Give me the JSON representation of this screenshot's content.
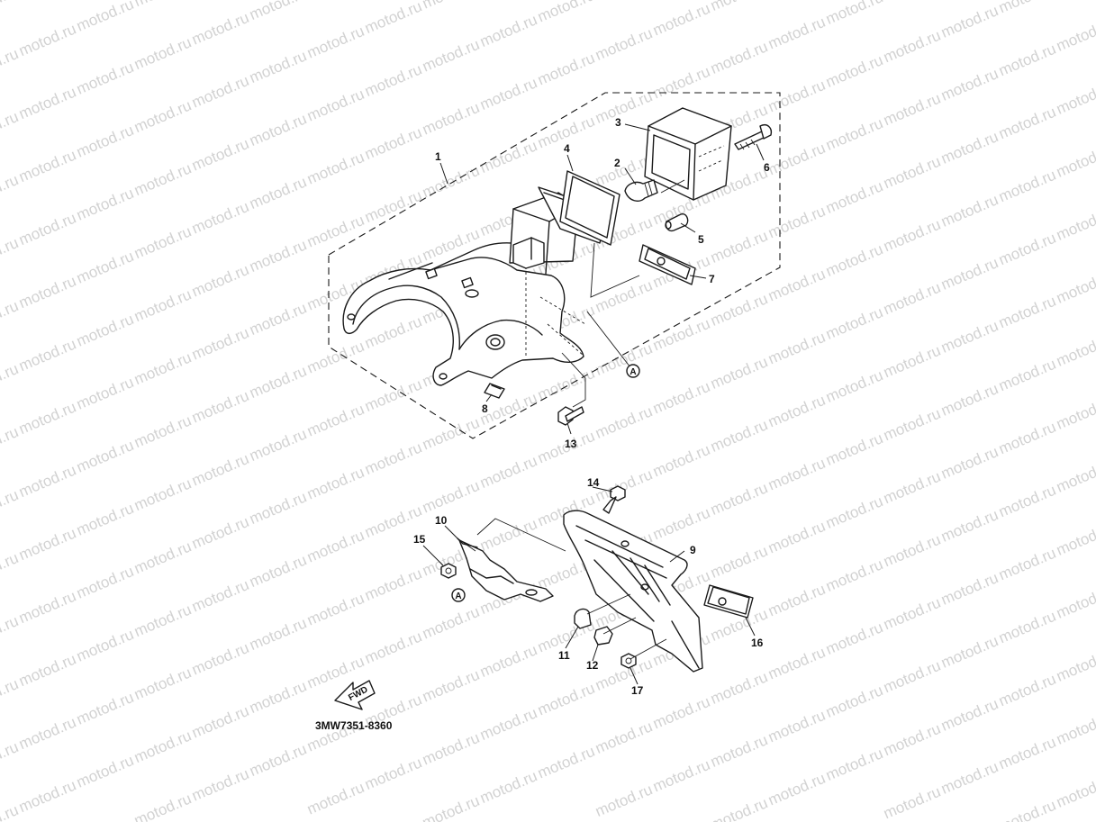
{
  "watermark": {
    "text": "motod.ru",
    "color": "#d2d2d2"
  },
  "callouts": [
    {
      "id": "1",
      "text": "1"
    },
    {
      "id": "2",
      "text": "2"
    },
    {
      "id": "3",
      "text": "3"
    },
    {
      "id": "4",
      "text": "4"
    },
    {
      "id": "5",
      "text": "5"
    },
    {
      "id": "6",
      "text": "6"
    },
    {
      "id": "7",
      "text": "7"
    },
    {
      "id": "8",
      "text": "8"
    },
    {
      "id": "9",
      "text": "9"
    },
    {
      "id": "10",
      "text": "10"
    },
    {
      "id": "11",
      "text": "11"
    },
    {
      "id": "12",
      "text": "12"
    },
    {
      "id": "13",
      "text": "13"
    },
    {
      "id": "14",
      "text": "14"
    },
    {
      "id": "15",
      "text": "15"
    },
    {
      "id": "16",
      "text": "16"
    },
    {
      "id": "17",
      "text": "17"
    }
  ],
  "reference_marker": {
    "text": "A"
  },
  "direction_arrow": {
    "text": "FWD",
    "icon": "forward-arrow-icon"
  },
  "drawing_code": "3MW7351-8360"
}
